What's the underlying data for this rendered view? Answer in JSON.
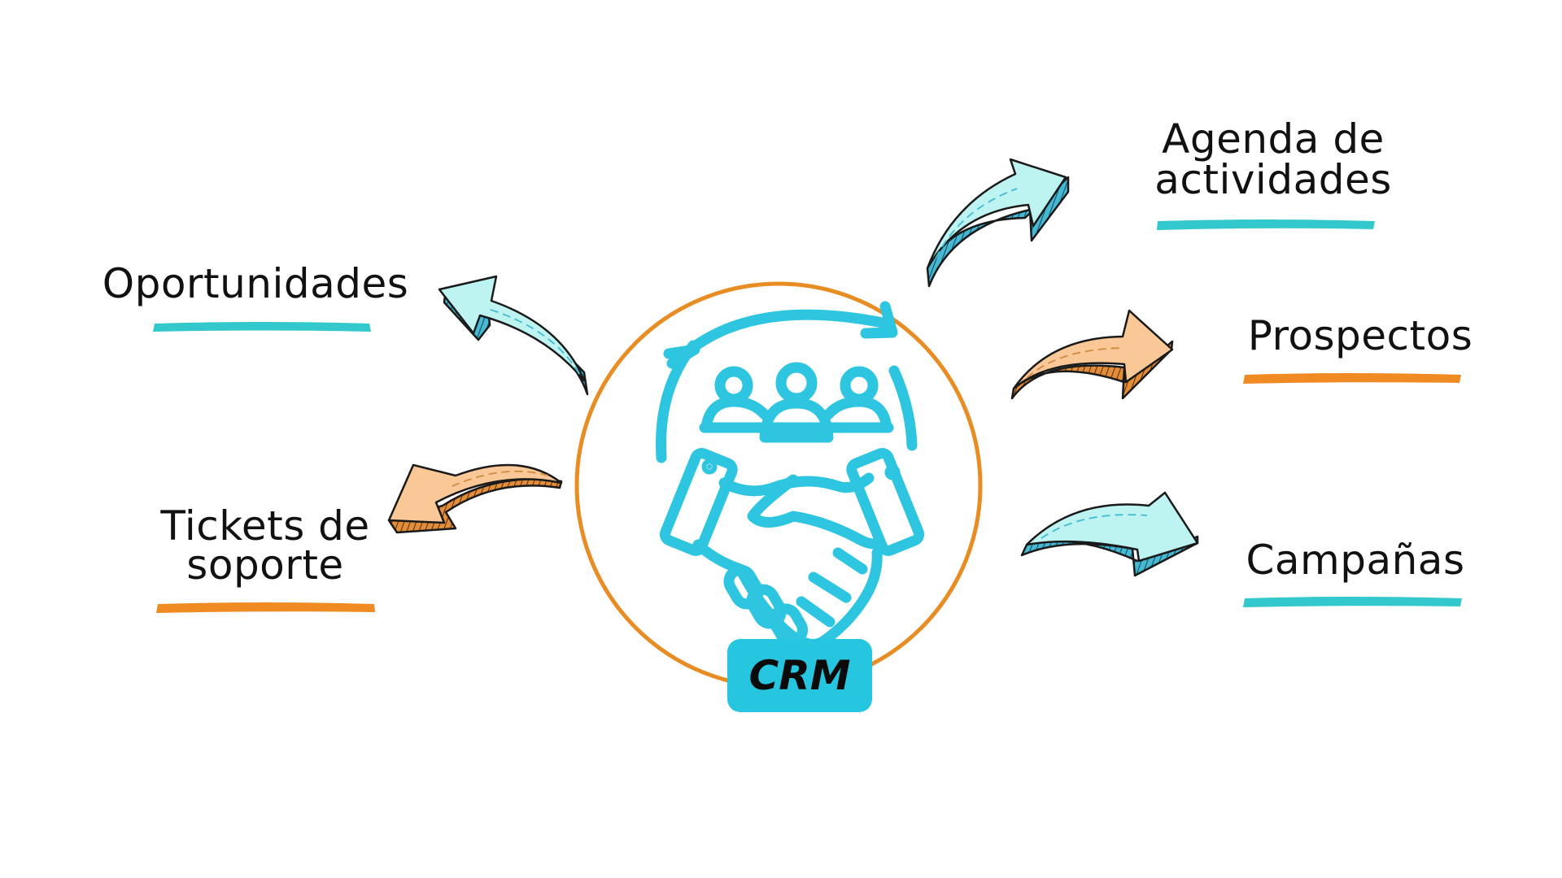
{
  "center": {
    "badge_label": "CRM",
    "icon": "handshake-team-cycle-icon"
  },
  "colors": {
    "teal": "#33c9cc",
    "orange": "#ef8b22",
    "circle_stroke": "#e88c24",
    "icon": "#2ec5e0",
    "badge_fill": "#26c6e0",
    "arrow_teal_face": "#bdf3f0",
    "arrow_teal_side": "#45b9d4",
    "arrow_orange_face": "#f9c896",
    "arrow_orange_side": "#e38d38"
  },
  "branches": [
    {
      "id": "oportunidades",
      "lines": [
        "Oportunidades"
      ],
      "accent": "teal",
      "side": "left"
    },
    {
      "id": "tickets",
      "lines": [
        "Tickets de",
        "soporte"
      ],
      "accent": "orange",
      "side": "left"
    },
    {
      "id": "agenda",
      "lines": [
        "Agenda de",
        "actividades"
      ],
      "accent": "teal",
      "side": "right"
    },
    {
      "id": "prospectos",
      "lines": [
        "Prospectos"
      ],
      "accent": "orange",
      "side": "right"
    },
    {
      "id": "campanas",
      "lines": [
        "Campañas"
      ],
      "accent": "teal",
      "side": "right"
    }
  ]
}
